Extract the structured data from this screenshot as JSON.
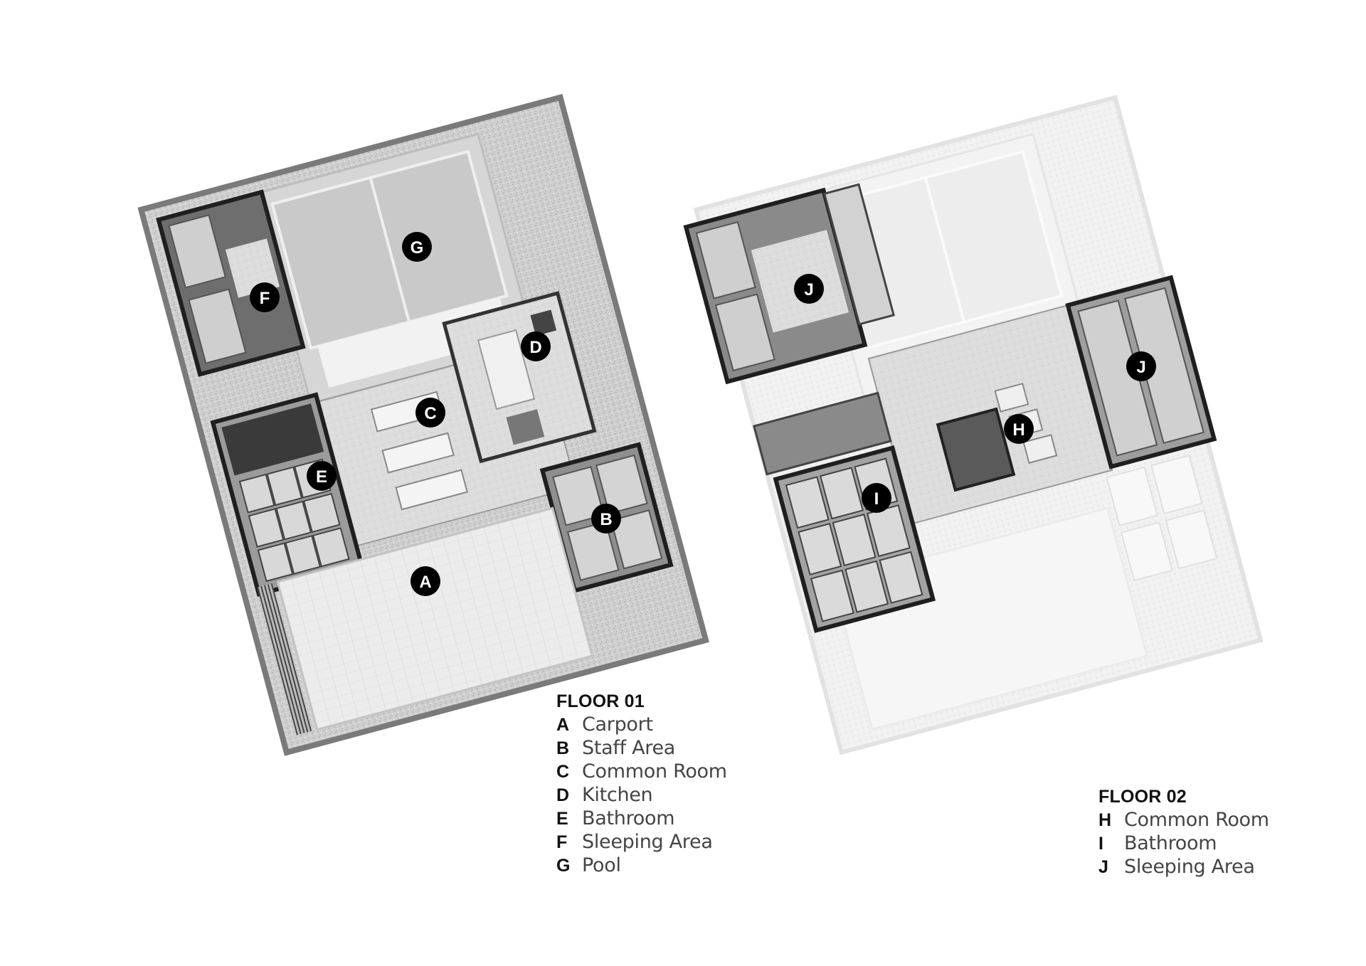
{
  "floor01": {
    "title": "FLOOR 01",
    "items": [
      {
        "key": "A",
        "label": "Carport"
      },
      {
        "key": "B",
        "label": "Staff Area"
      },
      {
        "key": "C",
        "label": "Common Room"
      },
      {
        "key": "D",
        "label": "Kitchen"
      },
      {
        "key": "E",
        "label": "Bathroom"
      },
      {
        "key": "F",
        "label": "Sleeping Area"
      },
      {
        "key": "G",
        "label": "Pool"
      }
    ]
  },
  "floor02": {
    "title": "FLOOR 02",
    "items": [
      {
        "key": "H",
        "label": "Common Room"
      },
      {
        "key": "I",
        "label": "Bathroom"
      },
      {
        "key": "J",
        "label": "Sleeping Area"
      }
    ]
  },
  "markers": {
    "a": "A",
    "b": "B",
    "c": "C",
    "d": "D",
    "e": "E",
    "f": "F",
    "g": "G",
    "h": "H",
    "i": "I",
    "j1": "J",
    "j2": "J"
  },
  "colors": {
    "marker_fill": "#000000",
    "marker_text": "#ffffff",
    "plan_outline": "#7a7a7a",
    "wall_dark": "#2a2a2a",
    "ghost": "#e2e2e2"
  }
}
